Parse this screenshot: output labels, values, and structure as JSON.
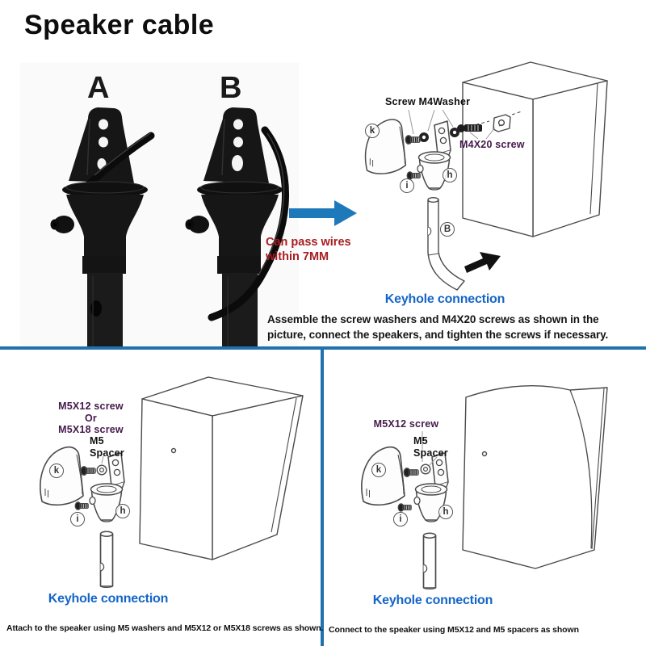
{
  "title": "Speaker cable",
  "colors": {
    "heading_blue": "#1465c8",
    "divider_blue": "#1f72ae",
    "arrow_blue": "#1e79bb",
    "label_purple": "#44194a",
    "note_red": "#a81d22"
  },
  "top": {
    "variant_a": "A",
    "variant_b": "B",
    "wire_note_lines": [
      "Can pass wires",
      "within 7MM"
    ],
    "diagram": {
      "screw_washer_label": "Screw M4Washer",
      "m4x20_label": "M4X20 screw",
      "part_k": "k",
      "part_i": "i",
      "part_h": "h",
      "part_b": "B"
    },
    "keyhole_heading": "Keyhole connection",
    "instruction_lines": [
      "Assemble the screw washers and M4X20 screws as shown in the",
      "picture, connect the speakers, and tighten the screws if necessary."
    ]
  },
  "bottom_left": {
    "screw_label_lines": [
      "M5X12 screw",
      "Or",
      "M5X18 screw"
    ],
    "spacer_label_lines": [
      "M5",
      "Spacer"
    ],
    "part_k": "k",
    "part_i": "i",
    "part_h": "h",
    "keyhole_heading": "Keyhole connection",
    "caption": "Attach to the speaker using M5 washers and M5X12 or M5X18 screws as shown."
  },
  "bottom_right": {
    "screw_label": "M5X12 screw",
    "spacer_label_lines": [
      "M5",
      "Spacer"
    ],
    "part_k": "k",
    "part_i": "i",
    "part_h": "h",
    "keyhole_heading": "Keyhole connection",
    "caption": "Connect to the speaker using M5X12 and M5 spacers as shown"
  }
}
